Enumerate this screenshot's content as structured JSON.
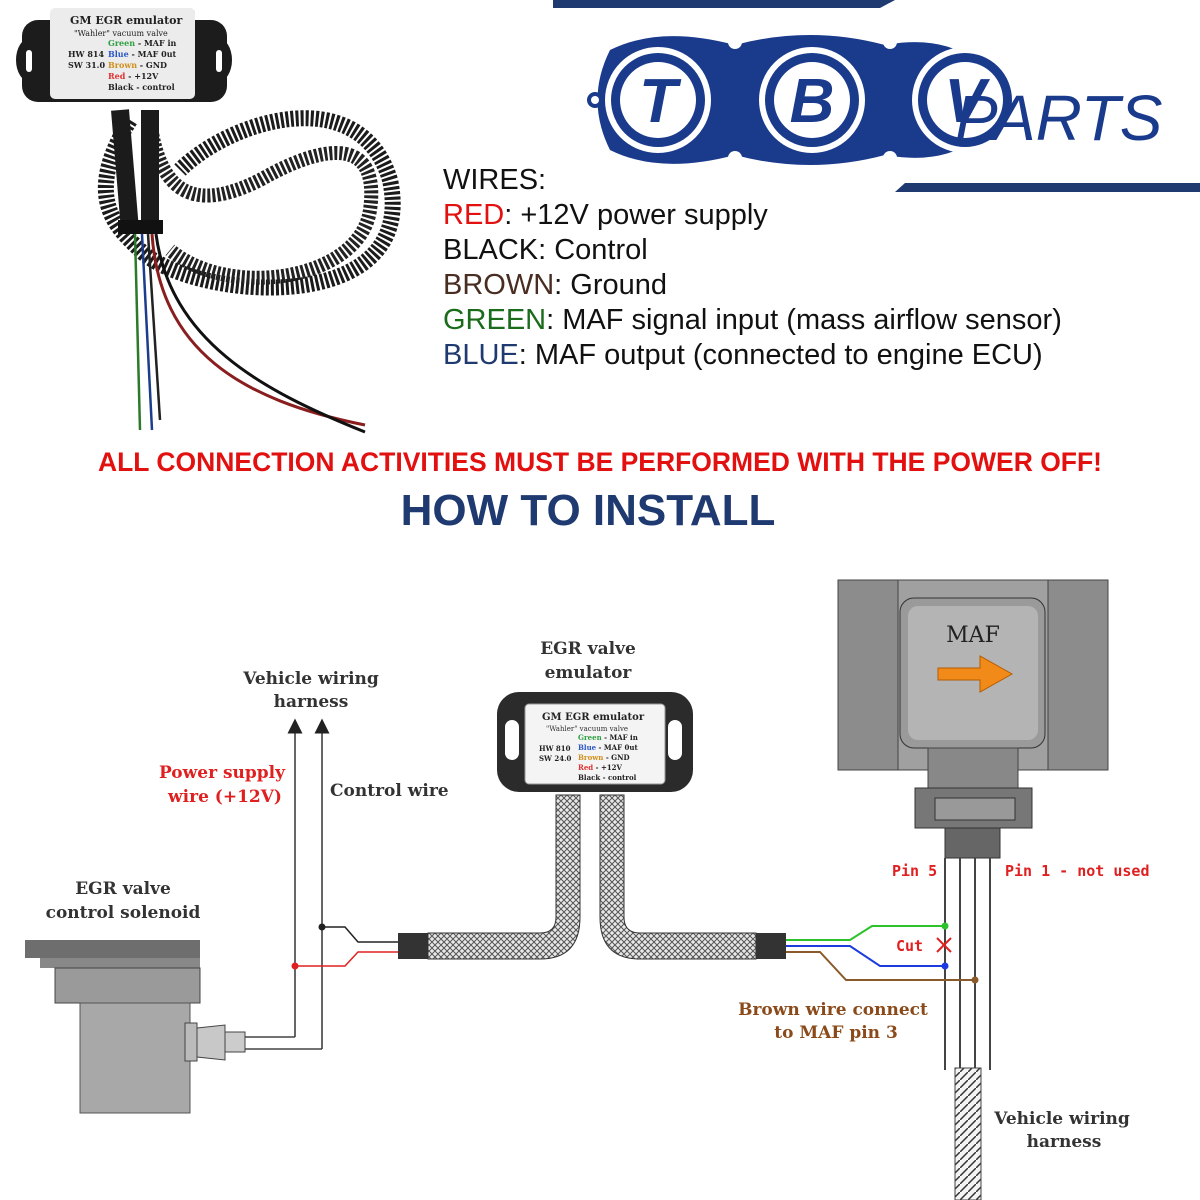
{
  "brand": {
    "logo_letters": [
      "T",
      "B",
      "V"
    ],
    "logo_suffix": "PARTS",
    "colors": {
      "navy": "#1f3a70",
      "logo_blue": "#1a3b8c"
    }
  },
  "product_photo": {
    "device_title": "GM   EGR emulator",
    "device_subtitle": "\"Wahler\" vacuum valve",
    "hw": "HW 814",
    "sw": "SW 31.0",
    "legend": [
      {
        "color": "Green",
        "desc": " - MAF in",
        "hex": "#2ea043"
      },
      {
        "color": "Blue",
        "desc": " - MAF 0ut",
        "hex": "#2a56c6"
      },
      {
        "color": "Brown",
        "desc": " - GND",
        "hex": "#d28f1c"
      },
      {
        "color": "Red",
        "desc": " - +12V",
        "hex": "#e03030"
      },
      {
        "color": "Black",
        "desc": " - control",
        "hex": "#222222"
      }
    ]
  },
  "wires": {
    "title": "WIRES:",
    "items": [
      {
        "name": "RED",
        "desc": ": +12V power supply",
        "hex": "#e31010"
      },
      {
        "name": "BLACK",
        "desc": ": Control",
        "hex": "#111111"
      },
      {
        "name": "BROWN",
        "desc": ": Ground",
        "hex": "#4a2d22"
      },
      {
        "name": "GREEN",
        "desc": ": MAF signal input (mass airflow sensor)",
        "hex": "#1a6b1a"
      },
      {
        "name": "BLUE",
        "desc": ": MAF output (connected to engine ECU)",
        "hex": "#1f3a70"
      }
    ]
  },
  "warning": "ALL CONNECTION ACTIVITIES MUST BE PERFORMED WITH THE POWER OFF!",
  "how_to_install": "HOW TO INSTALL",
  "diagram": {
    "vehicle_harness_top": [
      "Vehicle wiring",
      "harness"
    ],
    "power_supply": [
      "Power supply",
      "wire (+12V)"
    ],
    "control_wire": "Control wire",
    "egr_solenoid": [
      "EGR valve",
      "control solenoid"
    ],
    "emulator_title": [
      "EGR valve",
      "emulator"
    ],
    "emulator_box": {
      "title": "GM   EGR emulator",
      "subtitle": "\"Wahler\" vacuum valve",
      "hw": "HW 810",
      "sw": "SW 24.0",
      "legend": [
        {
          "color": "Green",
          "desc": " - MAF in",
          "hex": "#2ea043"
        },
        {
          "color": "Blue",
          "desc": " - MAF 0ut",
          "hex": "#2a56c6"
        },
        {
          "color": "Brown",
          "desc": " - GND",
          "hex": "#d28f1c"
        },
        {
          "color": "Red",
          "desc": " - +12V",
          "hex": "#e03030"
        },
        {
          "color": "Black",
          "desc": " - control",
          "hex": "#222222"
        }
      ]
    },
    "maf_label": "MAF",
    "pin5": "Pin 5",
    "pin1": "Pin 1 - not used",
    "cut": "Cut",
    "brown_note": [
      "Brown wire connect",
      "to MAF pin 3"
    ],
    "vehicle_harness_bottom": [
      "Vehicle wiring",
      "harness"
    ]
  }
}
